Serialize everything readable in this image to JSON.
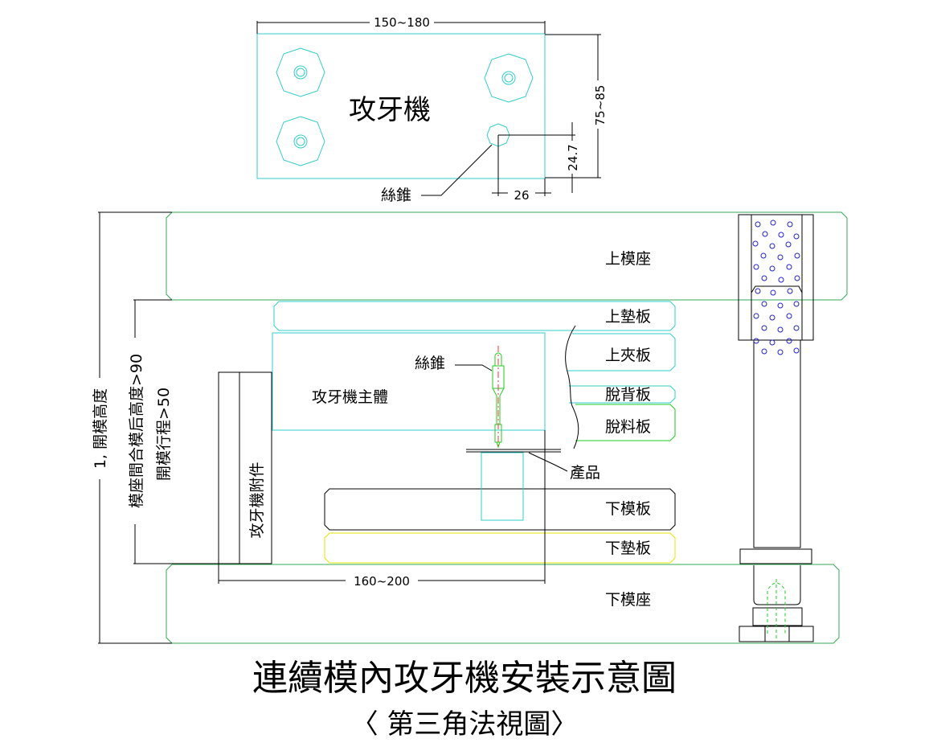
{
  "top_view": {
    "machine_label": "攻牙機",
    "tap_label": "絲錐",
    "dim_width": "150~180",
    "dim_height": "75~85",
    "dim_offset_y": "24.7",
    "dim_offset_x": "26"
  },
  "side_view": {
    "plates": {
      "upper_die_seat": "上模座",
      "upper_pad": "上墊板",
      "upper_clamp": "上夾板",
      "stripper_back": "脫背板",
      "stripper": "脫料板",
      "lower_die_plate": "下模板",
      "lower_pad": "下墊板",
      "lower_die_seat": "下模座"
    },
    "tapping_body": "攻牙機主體",
    "tap_label": "絲錐",
    "product_label": "產品",
    "accessory": "攻牙機附件",
    "dim_open_height": "1, 開模高度",
    "dim_closed_height": "模座間合模后高度>90",
    "dim_stroke": "開模行程>50",
    "dim_base": "160~200"
  },
  "title": "連續模內攻牙機安裝示意圖",
  "subtitle": "〈 第三角法視圖〉",
  "colors": {
    "cyan": "#33cccc",
    "green": "#33aa55",
    "bright_green": "#22cc22",
    "yellow": "#e6e600",
    "blue": "#2222cc",
    "line": "#000000"
  }
}
